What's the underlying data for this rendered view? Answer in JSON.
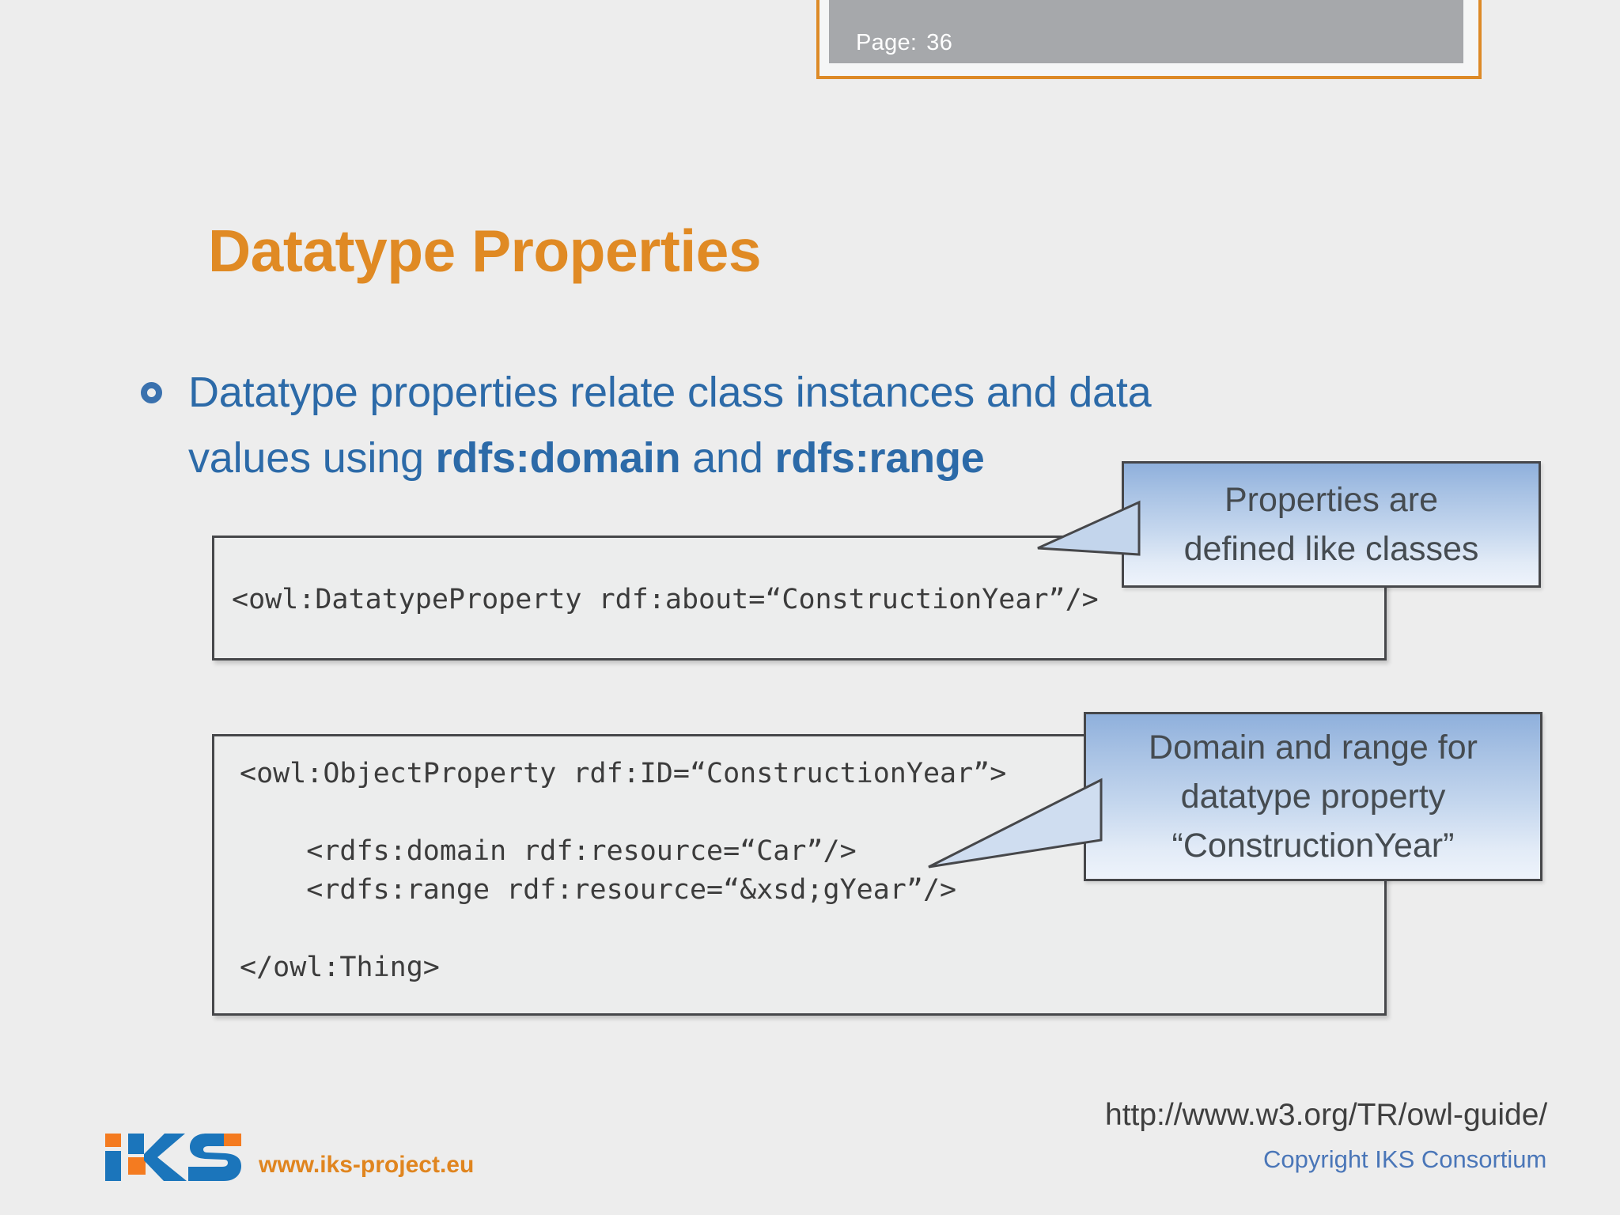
{
  "header": {
    "page_label": "Page:",
    "page_number": "36",
    "frame_color": "#dd8a27",
    "box_color": "#a6a8ab"
  },
  "title": {
    "text": "Datatype Properties",
    "color": "#e08a24"
  },
  "bullet": {
    "marker_icon": "ring-bullet-icon",
    "line1": "Datatype properties relate class instances and data",
    "line2_prefix": "values using ",
    "line2_bold1": "rdfs:domain",
    "line2_mid": " and ",
    "line2_bold2": "rdfs:range",
    "color": "#2c6aa8"
  },
  "code_blocks": [
    {
      "name": "datatype-property-declaration",
      "text": "<owl:DatatypeProperty rdf:about=“ConstructionYear”/>"
    },
    {
      "name": "object-property-definition",
      "text": "<owl:ObjectProperty rdf:ID=“ConstructionYear”>\n\n    <rdfs:domain rdf:resource=“Car”/>\n    <rdfs:range rdf:resource=“&xsd;gYear”/>\n\n</owl:Thing>"
    }
  ],
  "callouts": [
    {
      "name": "properties-defined-like-classes",
      "line1": "Properties are",
      "line2": "defined like classes",
      "line3": ""
    },
    {
      "name": "domain-and-range-note",
      "line1": "Domain and range for",
      "line2": "datatype property",
      "line3": "“ConstructionYear”"
    }
  ],
  "footer": {
    "url": "http://www.w3.org/TR/owl-guide/",
    "copyright": "Copyright IKS Consortium",
    "site": "www.iks-project.eu",
    "logo_text": "iKS",
    "logo_blue": "#1b75bb",
    "logo_orange": "#f47b20"
  }
}
